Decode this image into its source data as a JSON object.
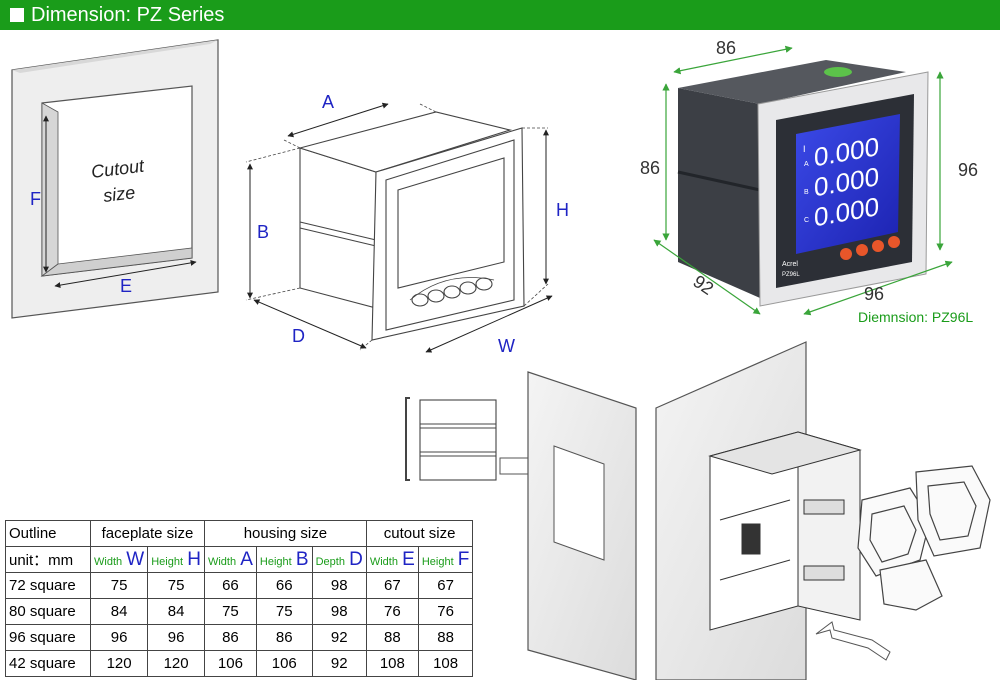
{
  "header": {
    "title": "Dimension: PZ Series"
  },
  "cutout": {
    "text_line1": "Cutout",
    "text_line2": "size",
    "label_f": "F",
    "label_e": "E"
  },
  "housing": {
    "label_a": "A",
    "label_b": "B",
    "label_d": "D",
    "label_h": "H",
    "label_w": "W"
  },
  "photo": {
    "dim_top": "86",
    "dim_left": "86",
    "dim_right": "96",
    "dim_bottom_depth": "92",
    "dim_bottom_width": "96",
    "caption": "Diemnsion: PZ96L",
    "lcd_line1": "0.000",
    "lcd_line2": "0.000",
    "lcd_line3": "0.000",
    "lcd_phase_a": "A",
    "lcd_phase_b": "B",
    "lcd_phase_c": "C",
    "lcd_i": "I",
    "brand": "Acrel",
    "model": "PZ96L",
    "colors": {
      "lcd": "#2a36d8",
      "buttons": "#e8562a",
      "dims": "#3aa53a"
    }
  },
  "table": {
    "header_row1": {
      "outline": "Outline",
      "faceplate": "faceplate size",
      "housing": "housing size",
      "cutout": "cutout size"
    },
    "header_row2": {
      "unit": "unit：mm",
      "cols": [
        {
          "sub": "Width",
          "letter": "W"
        },
        {
          "sub": "Height",
          "letter": "H"
        },
        {
          "sub": "Width",
          "letter": "A"
        },
        {
          "sub": "Height",
          "letter": "B"
        },
        {
          "sub": "Depth",
          "letter": "D"
        },
        {
          "sub": "Width",
          "letter": "E"
        },
        {
          "sub": "Height",
          "letter": "F"
        }
      ]
    },
    "rows": [
      {
        "label": "72 square",
        "values": [
          "75",
          "75",
          "66",
          "66",
          "98",
          "67",
          "67"
        ]
      },
      {
        "label": "80 square",
        "values": [
          "84",
          "84",
          "75",
          "75",
          "98",
          "76",
          "76"
        ]
      },
      {
        "label": "96 square",
        "values": [
          "96",
          "96",
          "86",
          "86",
          "92",
          "88",
          "88"
        ]
      },
      {
        "label": "42 square",
        "values": [
          "120",
          "120",
          "106",
          "106",
          "92",
          "108",
          "108"
        ]
      }
    ]
  }
}
